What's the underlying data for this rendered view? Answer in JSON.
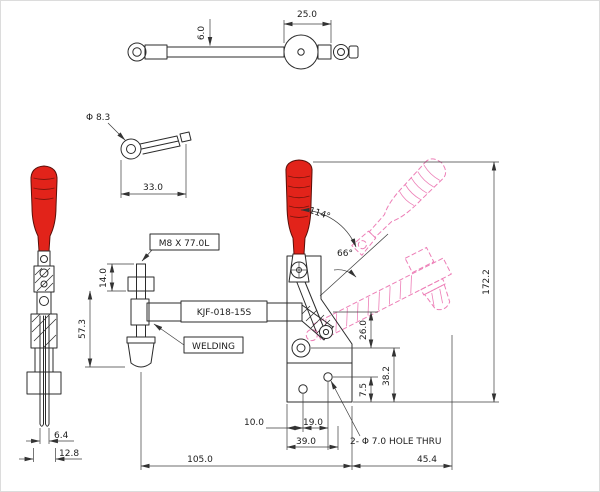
{
  "labels": {
    "part_number": "KJF-018-15S",
    "welding": "WELDING",
    "spindle_thread": "M8 X 77.0L",
    "hole_note": "2- Φ 7.0 HOLE THRU"
  },
  "dims": {
    "d25": "25.0",
    "d6": "6.0",
    "d8_3": "Φ 8.3",
    "d33": "33.0",
    "d14": "14.0",
    "d57_3": "57.3",
    "d6_4": "6.4",
    "d12_8": "12.8",
    "a114": "114°",
    "a66": "66°",
    "d172_2": "172.2",
    "d26": "26.0",
    "d38_2": "38.2",
    "d7_5": "7.5",
    "d10": "10.0",
    "d19": "19.0",
    "d39": "39.0",
    "d45_4": "45.4",
    "d105": "105.0"
  },
  "colors": {
    "handle_red": "#e2231a",
    "phantom_pink": "#ed7fb7",
    "line": "#2b2b2b"
  }
}
